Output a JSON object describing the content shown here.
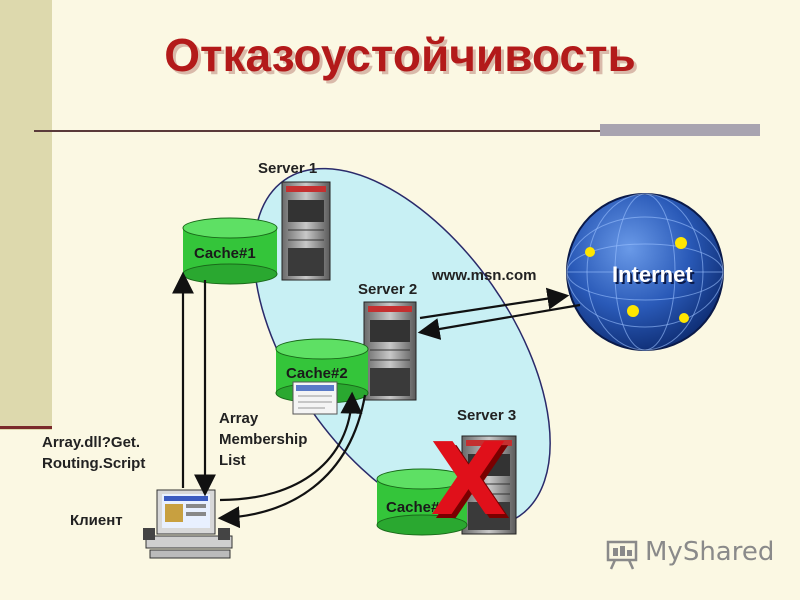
{
  "title": "Отказоустойчивость",
  "servers": [
    {
      "label": "Server 1"
    },
    {
      "label": "Server 2"
    },
    {
      "label": "Server 3"
    }
  ],
  "caches": [
    {
      "label": "Cache#1"
    },
    {
      "label": "Cache#2"
    },
    {
      "label": "Cache#"
    }
  ],
  "internet": {
    "label": "Internet",
    "url": "www.msn.com"
  },
  "client": {
    "label": "Клиент"
  },
  "request_text": "Array.dll?Get.\nRouting.Script",
  "membership_text": "Array\nMembership\nList",
  "failure_mark": "X",
  "watermark": "MyShared",
  "colors": {
    "title": "#b31a1a",
    "cache": "#34c53a",
    "array_ellipse": "#c8f0f4",
    "globe": "#1f4aa8",
    "failure": "#e0101a"
  }
}
